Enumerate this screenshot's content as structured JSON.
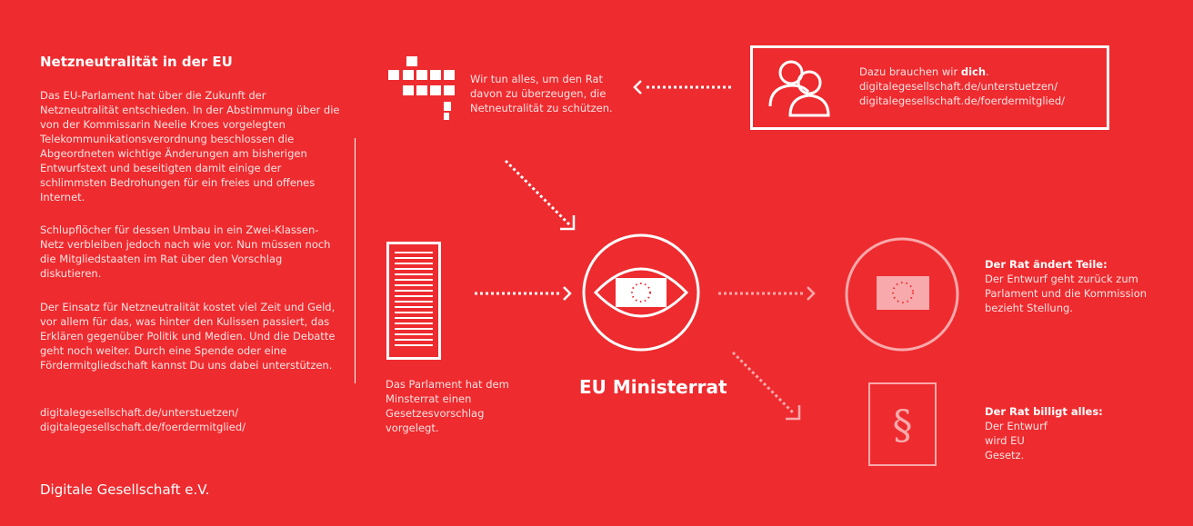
{
  "left": {
    "title": "Netzneutralität in der EU",
    "paragraph1": "Das EU-Parlament hat über die Zukunft der Netzneutralität entschieden. In der Abstimmung über die von der Kommissarin Neelie Kroes vorgelegten Telekommunikationsverordnung beschlossen die Abgeordneten wichtige Änderungen am bisherigen Entwurfstext und beseitigten damit einige der schlimmsten Bedrohungen für ein freies und offenes Internet.",
    "paragraph2": "Schlupflöcher für dessen Umbau in ein Zwei-Klassen-Netz verbleiben jedoch nach wie vor. Nun müssen noch die Mitgliedstaaten im Rat über den Vorschlag diskutieren.",
    "paragraph3": "Der Einsatz für Netzneutralität kostet viel Zeit und Geld, vor allem für das, was hinter den Kulissen passiert, das Erklären gegenüber Politik und Medien. Und die Debatte geht noch weiter. Durch eine Spende oder eine Fördermitgliedschaft kannst Du uns dabei unterstützen.",
    "link1": "digitalegesellschaft.de/unterstuetzen/",
    "link2": "digitalegesellschaft.de/foerdermitglied/"
  },
  "footer": "Digitale Gesellschaft e.V.",
  "top_text": {
    "line1": "Wir tun alles, um den Rat",
    "line2": "davon zu überzeugen, die",
    "line3": "Netneutralität zu schützen."
  },
  "box": {
    "line1_pre": "Dazu brauchen wir ",
    "line1_bold": "dich",
    "line1_post": ".",
    "link1": "digitalegesellschaft.de/unterstuetzen/",
    "link2": "digitalegesellschaft.de/foerdermitglied/"
  },
  "parliament_text": "Das Parlament hat dem Minsterrat einen Gesetzesvorschlag vorgelegt.",
  "center_label": "EU Ministerrat",
  "outcome1": {
    "title": "Der Rat ändert Teile:",
    "body": "Der Entwurf geht zurück zum Parlament und die Kommission bezieht Stellung."
  },
  "outcome2": {
    "title": "Der Rat billigt alles:",
    "body": "Der Entwurf wird EU Gesetz."
  },
  "paragraph_symbol": "§",
  "colors": {
    "background": "#ee2b2f",
    "foreground": "#ffffff",
    "faded": "#f8a9ab"
  },
  "icons": [
    "pixel-logo-icon",
    "people-icon",
    "document-icon",
    "eye-eu-flag-icon",
    "eu-flag-icon",
    "paragraph-icon"
  ]
}
